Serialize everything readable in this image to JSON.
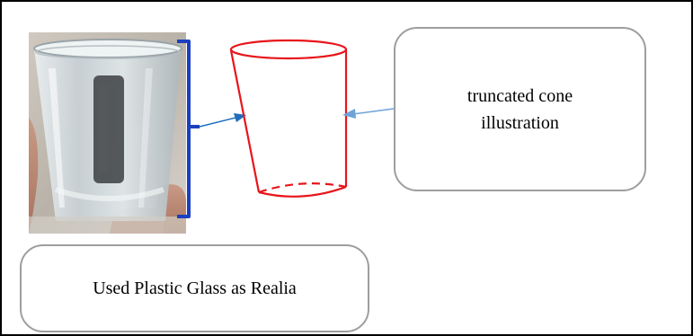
{
  "labels": {
    "cone_callout": "truncated cone illustration",
    "glass_callout": "Used Plastic Glass as Realia"
  },
  "colors": {
    "cone_outline": "#e8151b",
    "bracket": "#1b3fbf",
    "arrow_dark": "#1e6fc0",
    "arrow_light": "#6ea3d8",
    "callout_border": "#9e9e9e"
  },
  "photo": {
    "subject": "plastic-cup-held-in-hand"
  }
}
